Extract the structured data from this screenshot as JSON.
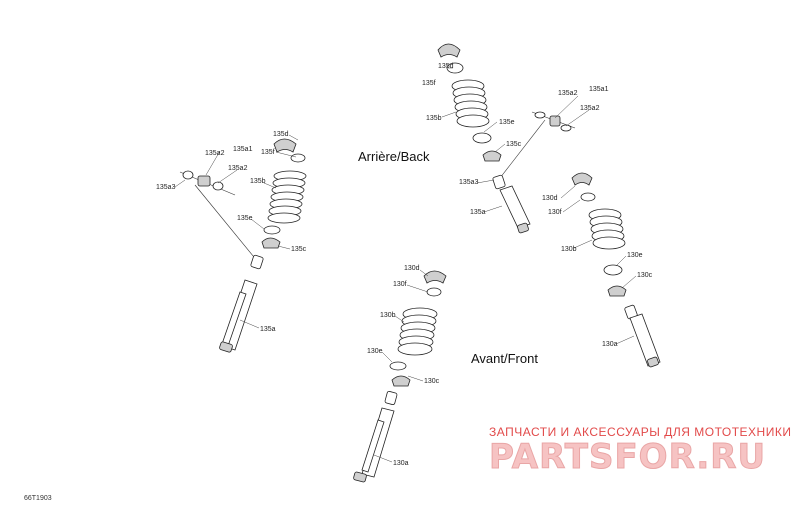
{
  "diagram": {
    "section_rear": "Arrière/Back",
    "section_front": "Avant/Front",
    "figure_code": "66T1903",
    "watermark": {
      "line1": "ЗАПЧАСТИ И АКСЕССУАРЫ ДЛЯ МОТОТЕХНИКИ",
      "line2": "PARTSFOR.RU"
    },
    "labels": {
      "l135d": "135d",
      "l135f": "135f",
      "l135b": "135b",
      "l135e": "135e",
      "l135c": "135c",
      "l135a": "135a",
      "l135a1": "135a1",
      "l135a2": "135a2",
      "l135a3": "135a3",
      "l130d": "130d",
      "l130f": "130f",
      "l130b": "130b",
      "l130e": "130e",
      "l130c": "130c",
      "l130a": "130a"
    }
  }
}
